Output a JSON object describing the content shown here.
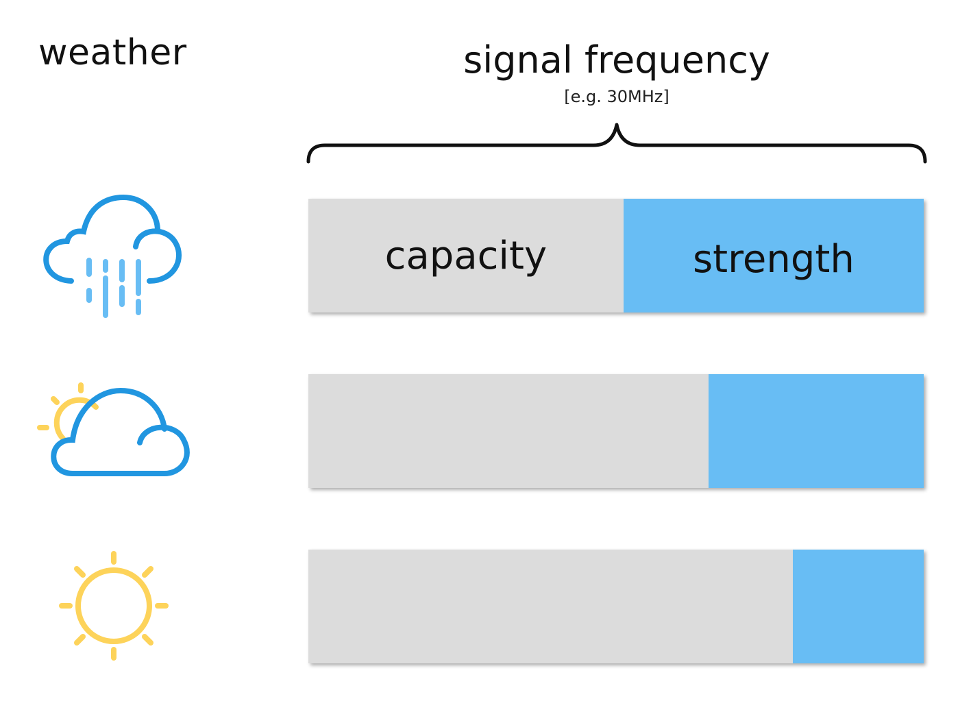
{
  "headings": {
    "weather": "weather",
    "signal": "signal frequency",
    "signal_note": "[e.g. 30MHz]"
  },
  "colors": {
    "capacity": "#dcdcdc",
    "strength": "#68bdf4",
    "cloud": "#2196e0",
    "rain": "#68bdf4",
    "sun": "#fdd35a"
  },
  "rows": [
    {
      "weather_icon": "rain-cloud-icon",
      "strength_fraction": 0.488,
      "capacity_label": "capacity",
      "strength_label": "strength"
    },
    {
      "weather_icon": "partly-cloudy-icon",
      "strength_fraction": 0.35
    },
    {
      "weather_icon": "sun-icon",
      "strength_fraction": 0.213
    }
  ]
}
